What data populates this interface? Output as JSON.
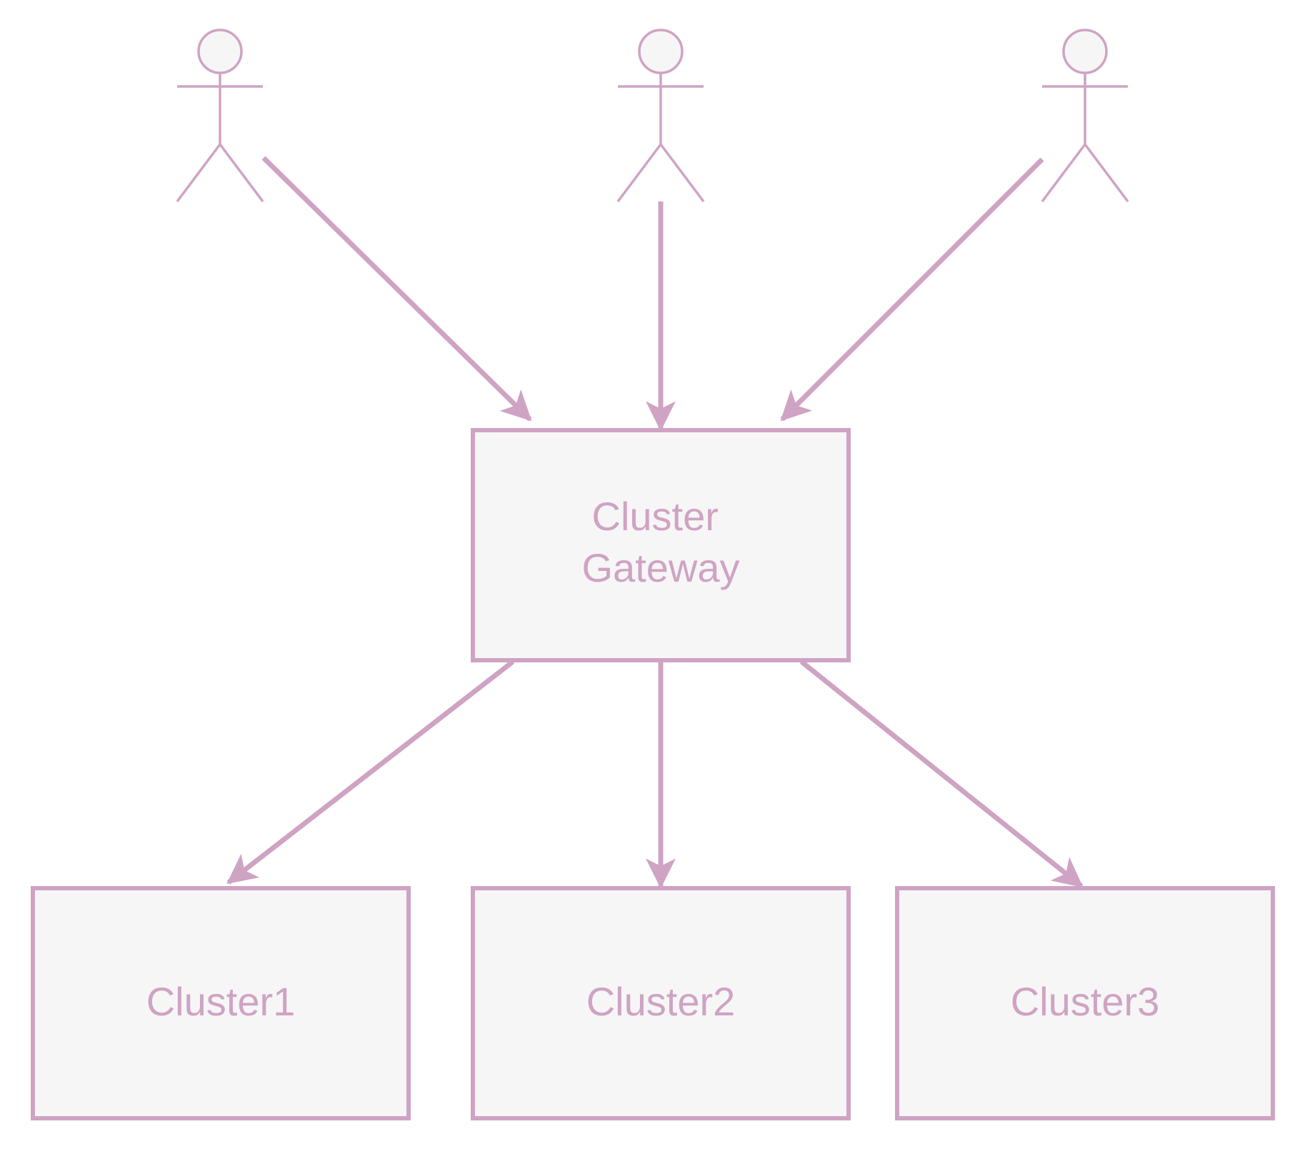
{
  "theme": {
    "accent": "#cfa3c3",
    "node_fill": "#f6f6f6",
    "background": "#ffffff"
  },
  "actors": [
    {
      "id": "actor-1",
      "icon": "person-stick-figure-icon"
    },
    {
      "id": "actor-2",
      "icon": "person-stick-figure-icon"
    },
    {
      "id": "actor-3",
      "icon": "person-stick-figure-icon"
    }
  ],
  "nodes": {
    "gateway": {
      "lines": [
        "Cluster",
        "Gateway"
      ]
    },
    "cluster1": {
      "label": "Cluster1"
    },
    "cluster2": {
      "label": "Cluster2"
    },
    "cluster3": {
      "label": "Cluster3"
    }
  },
  "edges": [
    {
      "from": "actor-1",
      "to": "gateway"
    },
    {
      "from": "actor-2",
      "to": "gateway"
    },
    {
      "from": "actor-3",
      "to": "gateway"
    },
    {
      "from": "gateway",
      "to": "cluster1"
    },
    {
      "from": "gateway",
      "to": "cluster2"
    },
    {
      "from": "gateway",
      "to": "cluster3"
    }
  ]
}
